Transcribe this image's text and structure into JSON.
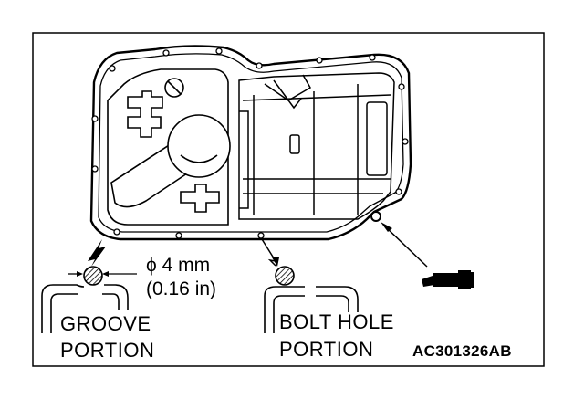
{
  "labels": {
    "diameter_symbol": "ϕ",
    "diameter_value": "4 mm",
    "diameter_inch": "(0.16 in)",
    "groove_line1": "GROOVE",
    "groove_line2": "PORTION",
    "bolt_line1": "BOLT HOLE",
    "bolt_line2": "PORTION",
    "figure_code": "AC301326AB"
  },
  "icons": {
    "sealant_tube": "sealant-tube-icon"
  },
  "colors": {
    "line": "#000000",
    "background": "#ffffff"
  }
}
